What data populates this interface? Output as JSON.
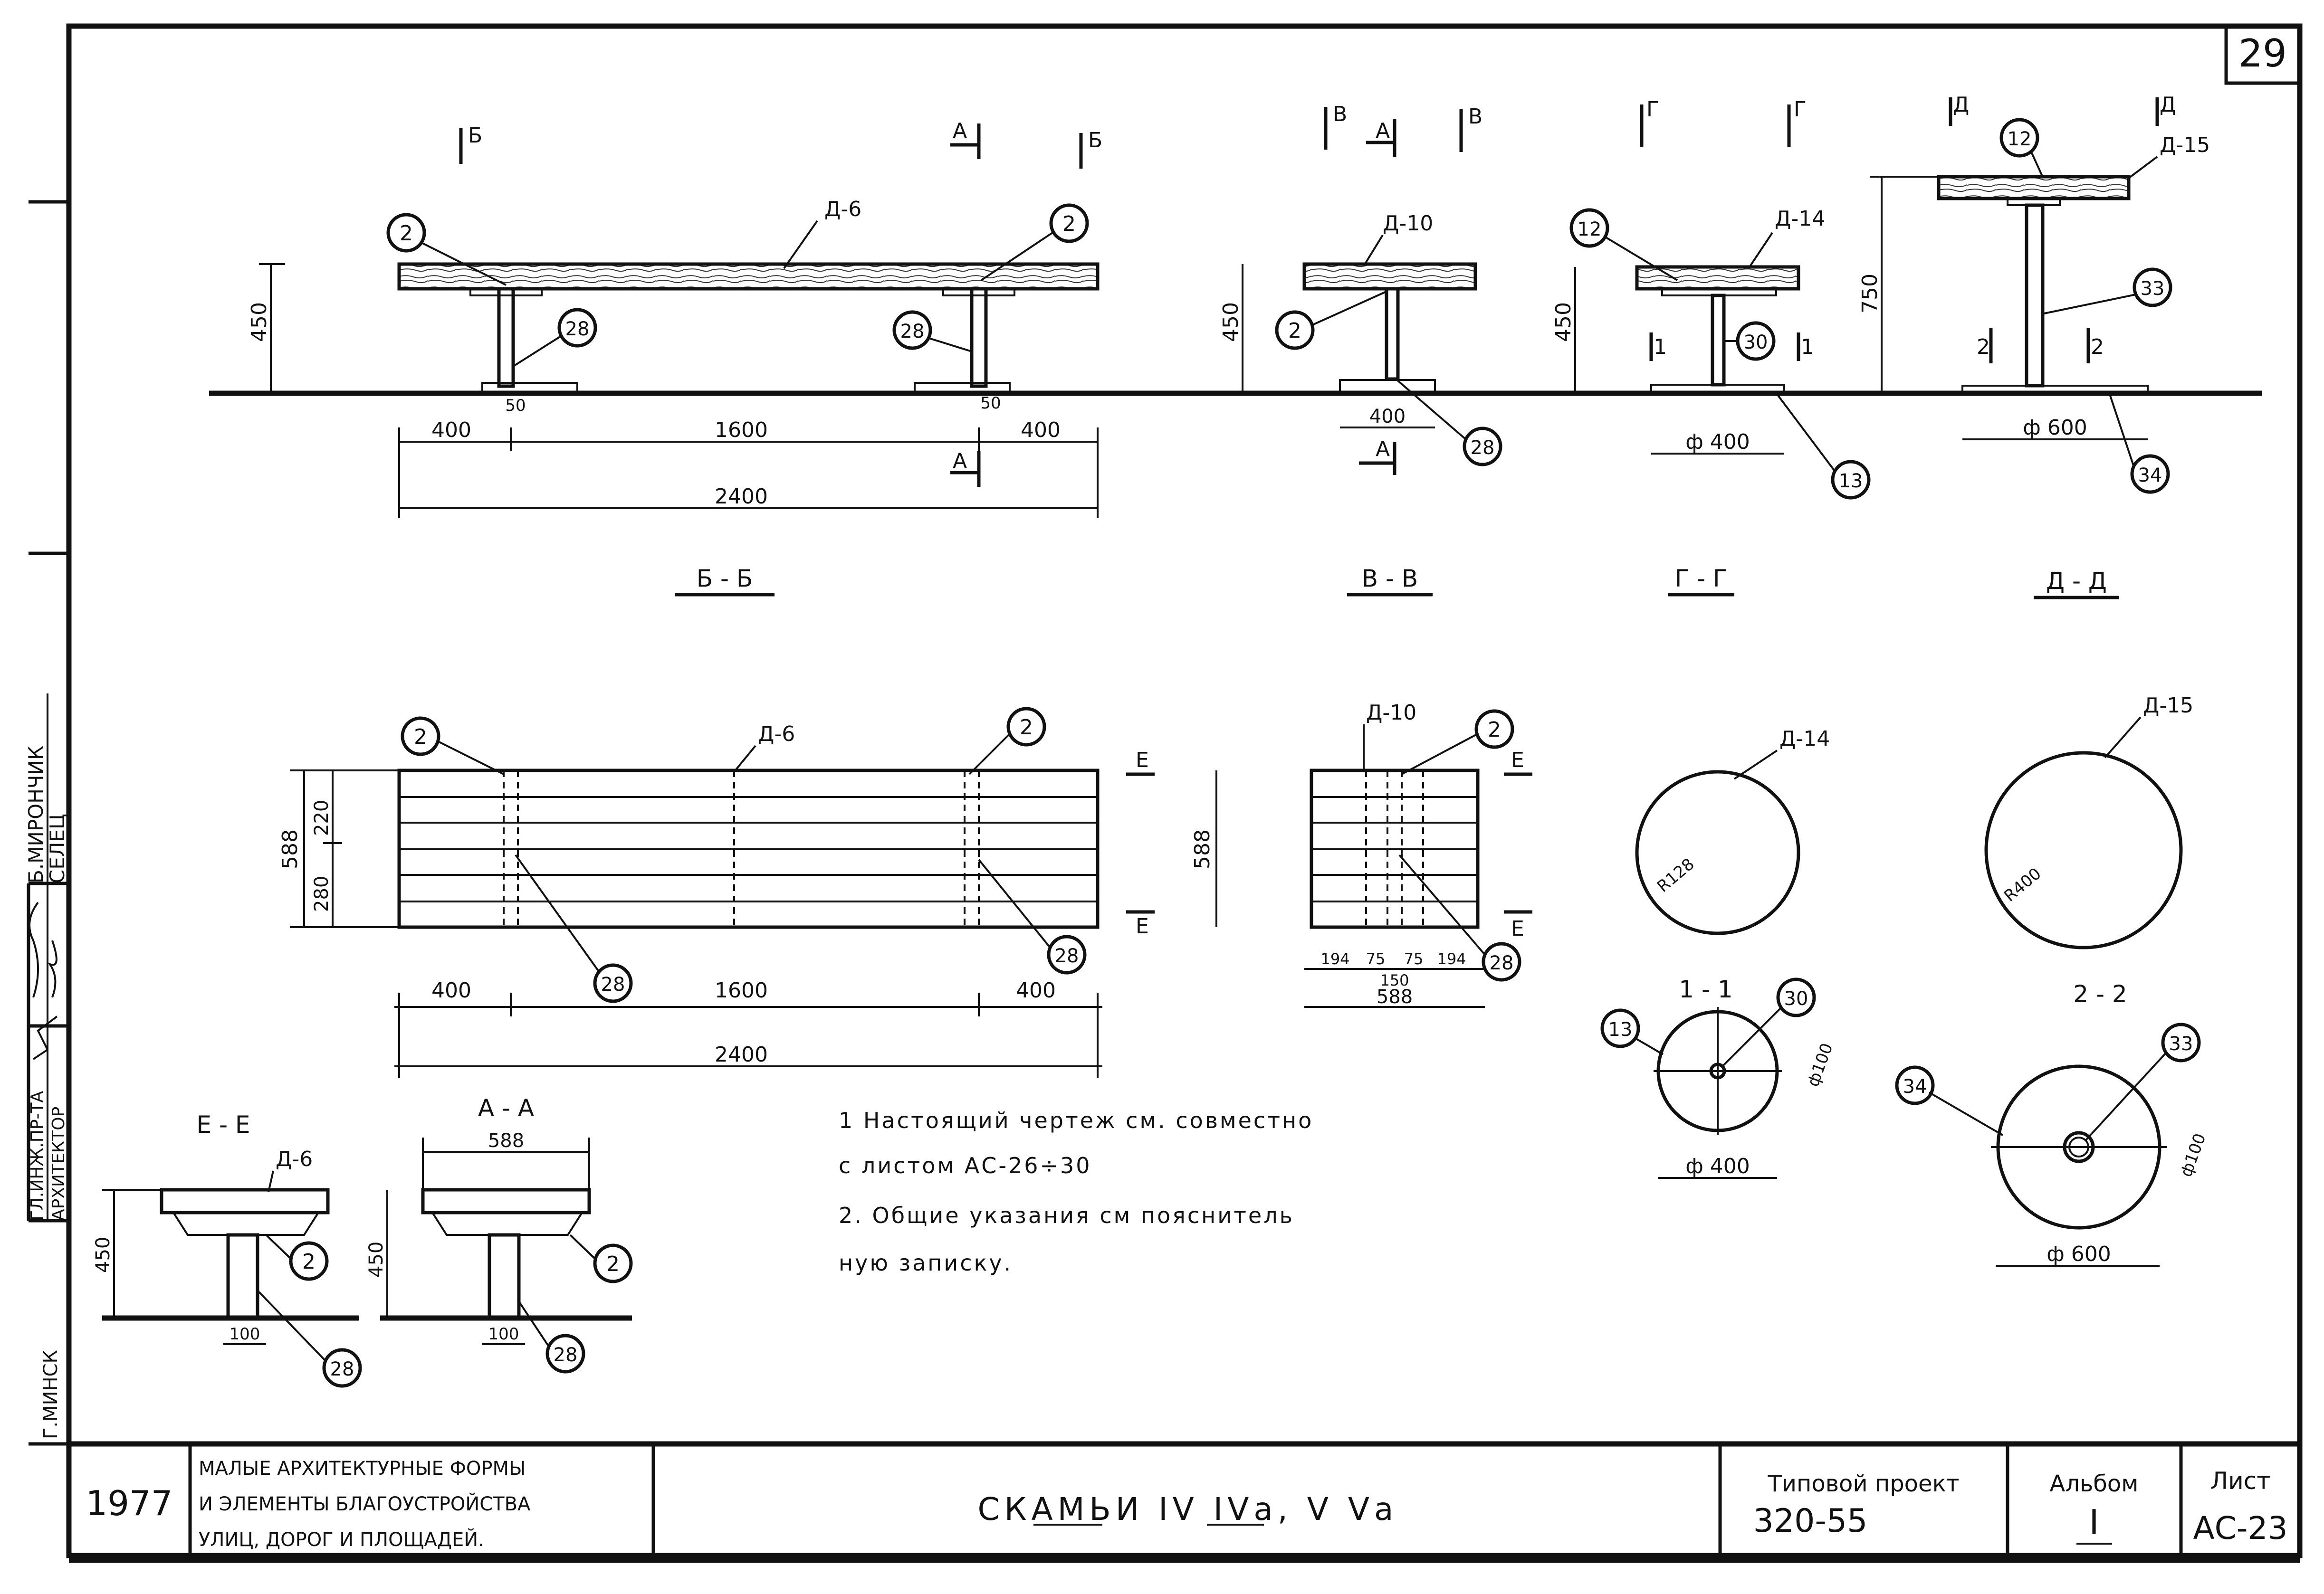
{
  "sheet": {
    "number": "29",
    "year": "1977",
    "subject": [
      "МАЛЫЕ АРХИТЕКТУРНЫЕ ФОРМЫ",
      "И ЭЛЕМЕНТЫ БЛАГОУСТРОЙСТВА",
      "УЛИЦ, ДОРОГ И ПЛОЩАДЕЙ."
    ],
    "title": "СКАМЬИ IV IVа, V Vа",
    "project_label": "Типовой проект",
    "project_number": "320-55",
    "album_label": "Альбом",
    "album_number": "I",
    "sheet_label": "Лист",
    "sheet_code": "АС-23"
  },
  "side_stamps": {
    "s1": "Б.МИРОНЧИК",
    "s2": "СЕЛЕЦ",
    "s3": "ГЛ.ИНЖ.ПР-ТА",
    "s4": "АРХИТЕКТОР",
    "s5": "Г.МИНСК"
  },
  "views": {
    "b_b": "Б - Б",
    "v_v": "В - В",
    "g_g": "Г - Г",
    "d_d": "Д - Д",
    "e_e": "Е - Е",
    "a_a": "А - А",
    "s1_1": "1 - 1",
    "s2_2": "2 - 2"
  },
  "labels": {
    "D6": "Д-6",
    "D10": "Д-10",
    "D14": "Д-14",
    "D15": "Д-15",
    "B": "Б",
    "A": "А",
    "V": "В",
    "G": "Г",
    "D": "Д",
    "E": "Е",
    "one": "1",
    "two": "2"
  },
  "callouts": [
    "2",
    "28",
    "12",
    "30",
    "13",
    "33",
    "34"
  ],
  "dims": {
    "h450": "450",
    "h750": "750",
    "d400": "400",
    "d1600": "1600",
    "d2400": "2400",
    "d50": "50",
    "d588": "588",
    "d220": "220",
    "d280": "280",
    "d194": "194",
    "d75": "75",
    "d150": "150",
    "phi400": "ф 400",
    "phi600": "ф 600",
    "phi100": "ф100",
    "d100": "100",
    "r128": "R128",
    "r400": "R400"
  },
  "notes": [
    "1 Настоящий чертеж см. совместно",
    "с листом АС-26÷30",
    "2. Общие указания см пояснитель",
    "ную записку."
  ]
}
